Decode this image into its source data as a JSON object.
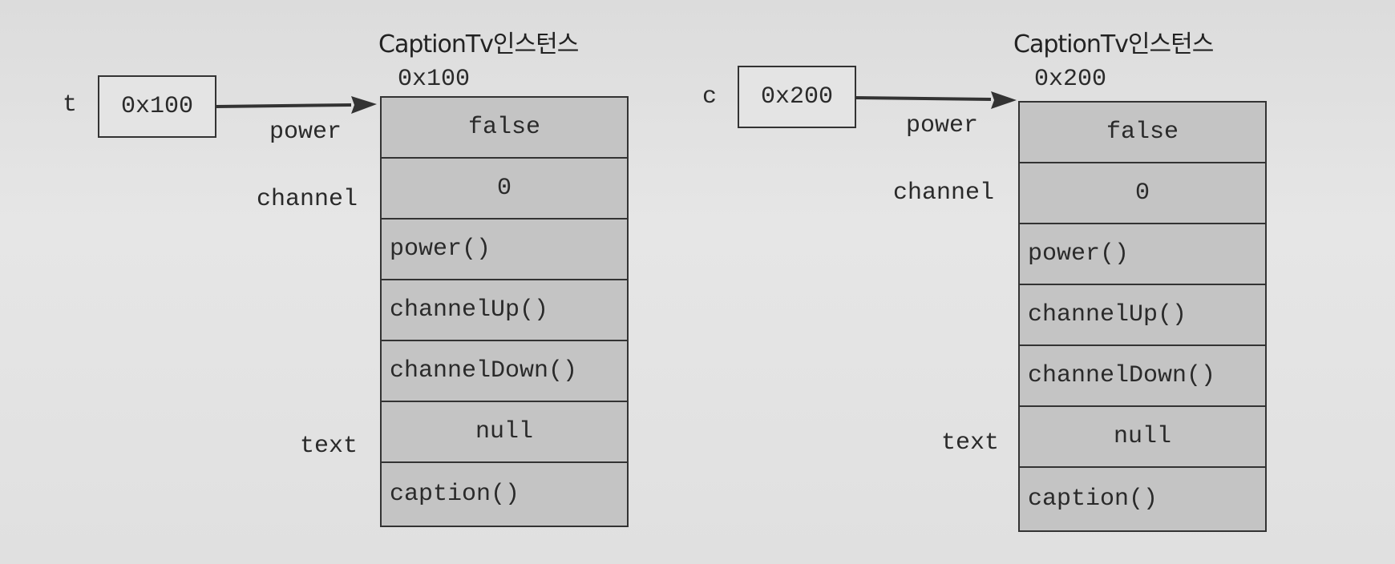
{
  "left": {
    "var": "t",
    "ref_value": "0x100",
    "title": "CaptionTv인스턴스",
    "address": "0x100",
    "members": [
      {
        "label": "power",
        "value": "false",
        "kind": "field"
      },
      {
        "label": "channel",
        "value": "0",
        "kind": "field"
      },
      {
        "label": "",
        "value": "power()",
        "kind": "method"
      },
      {
        "label": "",
        "value": "channelUp()",
        "kind": "method"
      },
      {
        "label": "",
        "value": "channelDown()",
        "kind": "method"
      },
      {
        "label": "text",
        "value": "null",
        "kind": "field"
      },
      {
        "label": "",
        "value": "caption()",
        "kind": "method"
      }
    ]
  },
  "right": {
    "var": "c",
    "ref_value": "0x200",
    "title": "CaptionTv인스턴스",
    "address": "0x200",
    "members": [
      {
        "label": "power",
        "value": "false",
        "kind": "field"
      },
      {
        "label": "channel",
        "value": "0",
        "kind": "field"
      },
      {
        "label": "",
        "value": "power()",
        "kind": "method"
      },
      {
        "label": "",
        "value": "channelUp()",
        "kind": "method"
      },
      {
        "label": "",
        "value": "channelDown()",
        "kind": "method"
      },
      {
        "label": "text",
        "value": "null",
        "kind": "field"
      },
      {
        "label": "",
        "value": "caption()",
        "kind": "method"
      }
    ]
  }
}
